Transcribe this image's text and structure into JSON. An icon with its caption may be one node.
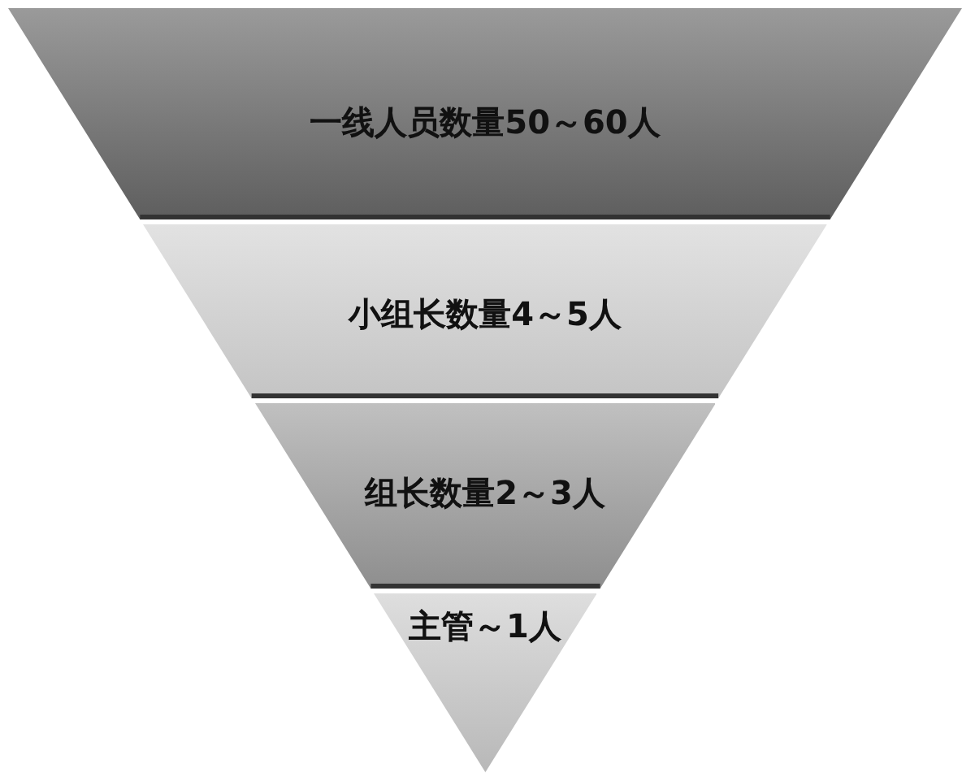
{
  "diagram": {
    "nodes": [
      {
        "text": [
          "一线人员数量50～60人"
        ]
      },
      {
        "text": [
          "小组长数量4～5人"
        ]
      },
      {
        "text": [
          "组长数量2～3人"
        ]
      },
      {
        "text": [
          "主管～1人"
        ]
      }
    ]
  }
}
